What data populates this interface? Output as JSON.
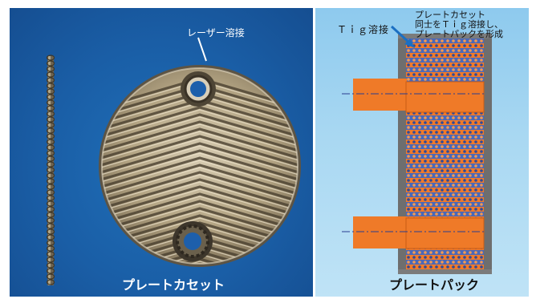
{
  "left": {
    "caption": "プレートカセット",
    "laser_label": "レーザー溶接"
  },
  "right": {
    "caption": "プレートパック",
    "tig_label": "Ｔｉｇ溶接",
    "note_lines": [
      "プレートカセット",
      "同士をＴｉｇ溶接し、",
      "プレートパックを形成"
    ]
  },
  "colors": {
    "left_background": "#1a5ea6",
    "right_background": "#a9d8f2",
    "plate_metal": "#b9a98a",
    "stack_blue": "#4a68b8",
    "stack_orange": "#f07a2a",
    "nozzle": "#ef7a28",
    "arrow": "#1b6fc2"
  }
}
